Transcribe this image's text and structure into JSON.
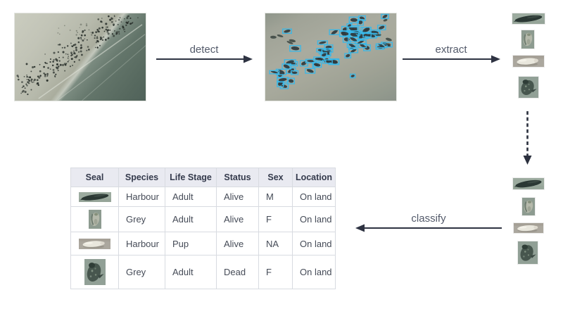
{
  "pipeline": {
    "steps": {
      "detect_label": "detect",
      "extract_label": "extract",
      "classify_label": "classify"
    },
    "images": {
      "aerial": "aerial-photo-of-seal-haul-out",
      "detected": "aerial-photo-with-detection-boxes",
      "crops": [
        "dark-seal-crop",
        "grey-seal-crop",
        "white-pup-crop",
        "mottled-seal-crop"
      ]
    },
    "colors": {
      "arrow": "#2e3342",
      "label_text": "#545b6b",
      "detection_box": "#38b8e9",
      "table_header_bg": "#e9eaf1",
      "table_border": "#d8dbe1",
      "table_text": "#454b57"
    },
    "table": {
      "headers": [
        "Seal",
        "Species",
        "Life Stage",
        "Status",
        "Sex",
        "Location"
      ],
      "rows": [
        {
          "seal_image": "dark-seal-crop",
          "species": "Harbour",
          "life_stage": "Adult",
          "status": "Alive",
          "sex": "M",
          "location": "On land"
        },
        {
          "seal_image": "grey-seal-crop",
          "species": "Grey",
          "life_stage": "Adult",
          "status": "Alive",
          "sex": "F",
          "location": "On land"
        },
        {
          "seal_image": "white-pup-crop",
          "species": "Harbour",
          "life_stage": "Pup",
          "status": "Alive",
          "sex": "NA",
          "location": "On land"
        },
        {
          "seal_image": "mottled-seal-crop",
          "species": "Grey",
          "life_stage": "Adult",
          "status": "Dead",
          "sex": "F",
          "location": "On land"
        }
      ]
    }
  }
}
